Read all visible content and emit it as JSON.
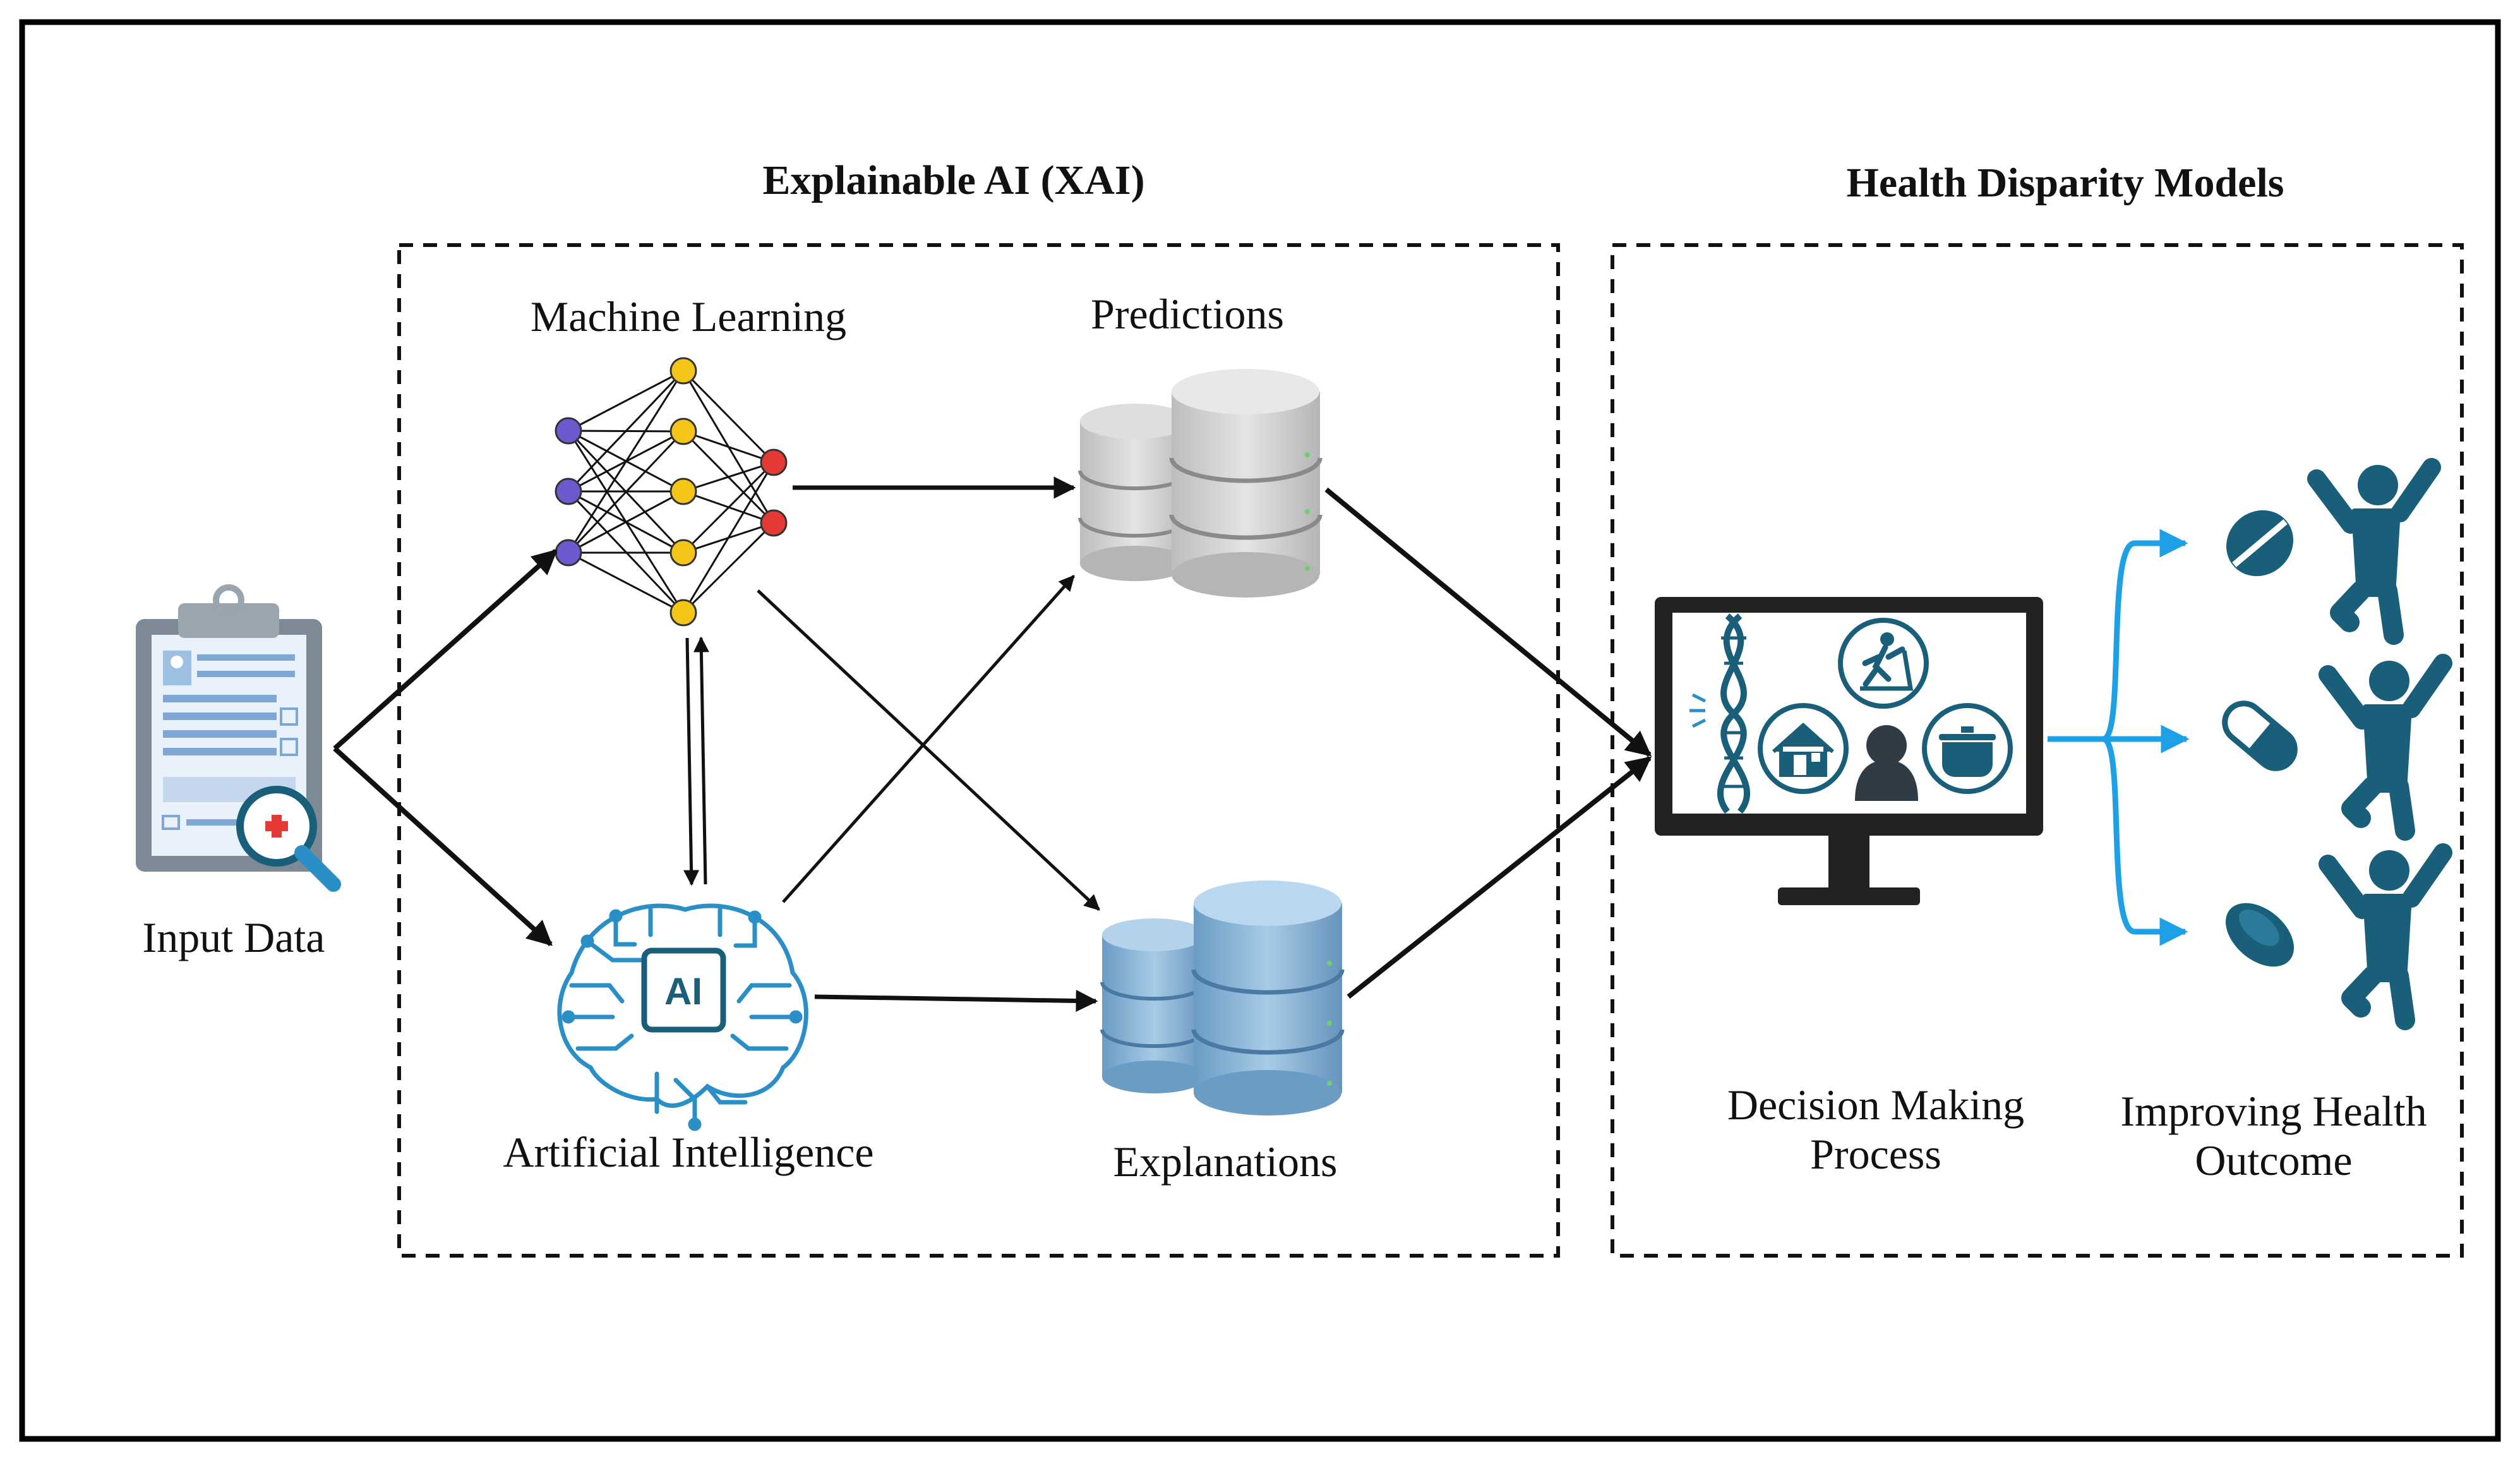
{
  "groups": {
    "xai_title": "Explainable AI (XAI)",
    "hdm_title": "Health Disparity Models"
  },
  "nodes": {
    "input_data": "Input Data",
    "machine_learning": "Machine Learning",
    "artificial_intelligence": "Artificial Intelligence",
    "ai_chip_text": "AI",
    "predictions": "Predictions",
    "explanations": "Explanations",
    "decision_making": "Decision Making Process",
    "improving_health": "Improving Health Outcome"
  },
  "icons": {
    "input": "clipboard-medical-record-icon",
    "ml": "neural-network-icon",
    "ai": "ai-brain-circuit-icon",
    "predictions": "database-gray-icon",
    "explanations": "database-blue-icon",
    "monitor": "monitor-icon",
    "outcomes": [
      "pill-icon",
      "capsule-icon",
      "tablet-icon",
      "active-person-icon"
    ]
  },
  "colors": {
    "frame": "#000000",
    "arrow": "#111111",
    "outcome_arrow": "#1ea0e6",
    "teal": "#1a5f7a",
    "db_gray": "#c9c9c9",
    "db_blue": "#7fb0d6",
    "nn_input": "#6a5acd",
    "nn_hidden": "#f5c518",
    "nn_output": "#e53935",
    "ai_blue": "#2a8fc7"
  }
}
